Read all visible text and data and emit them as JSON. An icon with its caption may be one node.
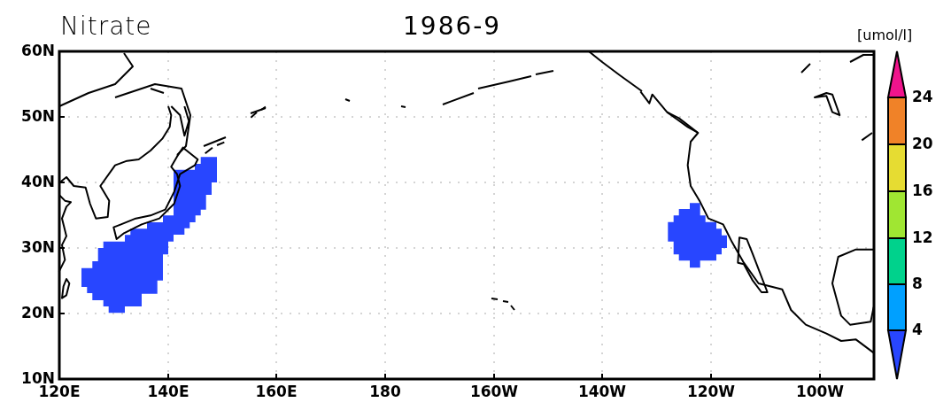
{
  "diagram": {
    "title": "Nitrate",
    "labels": [
      "1986-9",
      "[umol/l]",
      "60N",
      "50N",
      "40N",
      "30N",
      "20N",
      "10N",
      "24",
      "20",
      "16",
      "12",
      "8",
      "4",
      "120E",
      "140E",
      "160E",
      "180",
      "160W",
      "140W",
      "120W",
      "100W"
    ]
  }
}
